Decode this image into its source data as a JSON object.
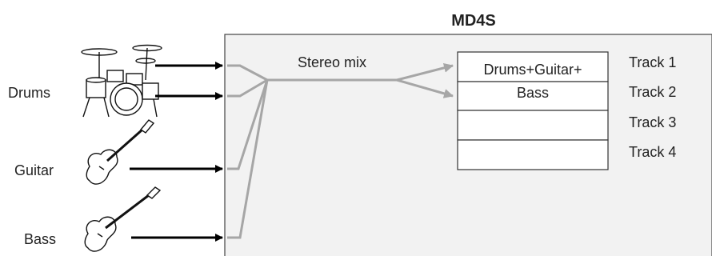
{
  "device": {
    "name": "MD4S"
  },
  "mix_label": "Stereo mix",
  "inputs": [
    {
      "label": "Drums",
      "icon": "drum-kit-icon"
    },
    {
      "label": "Guitar",
      "icon": "electric-guitar-icon"
    },
    {
      "label": "Bass",
      "icon": "bass-guitar-icon"
    }
  ],
  "recorded_content": {
    "line1": "Drums+Guitar+",
    "line2": "Bass"
  },
  "tracks": [
    "Track 1",
    "Track 2",
    "Track 3",
    "Track 4"
  ],
  "colors": {
    "signal_in": "#000000",
    "signal_mix": "#a6a6a6",
    "device_fill": "#f2f2f2"
  }
}
